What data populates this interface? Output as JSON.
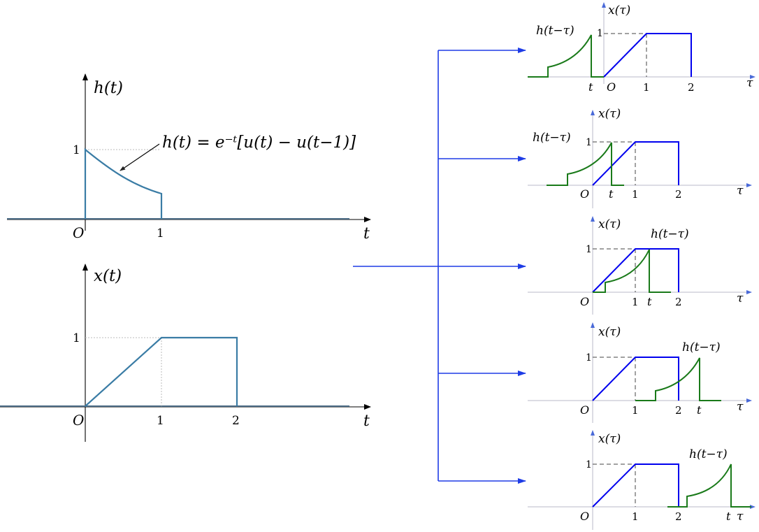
{
  "left": {
    "h_plot": {
      "ylabel": "h(t)",
      "xlabel": "t",
      "origin": "O",
      "y_tick": "1",
      "x_tick": "1",
      "formula": "h(t) = e⁻ᵗ[u(t) − u(t−1)]"
    },
    "x_plot": {
      "ylabel": "x(t)",
      "xlabel": "t",
      "origin": "O",
      "y_tick": "1",
      "x_ticks": [
        "1",
        "2"
      ]
    }
  },
  "right": {
    "panels": [
      {
        "ylabel": "x(τ)",
        "hlabel": "h(t−τ)",
        "xlabel": "τ",
        "y_tick": "1",
        "labels": [
          "t",
          "O",
          "1",
          "2"
        ]
      },
      {
        "ylabel": "x(τ)",
        "hlabel": "h(t−τ)",
        "xlabel": "τ",
        "y_tick": "1",
        "labels": [
          "O",
          "t",
          "1",
          "2"
        ]
      },
      {
        "ylabel": "x(τ)",
        "hlabel": "h(t−τ)",
        "xlabel": "τ",
        "y_tick": "1",
        "labels": [
          "O",
          "1",
          "t",
          "2"
        ]
      },
      {
        "ylabel": "x(τ)",
        "hlabel": "h(t−τ)",
        "xlabel": "τ",
        "y_tick": "1",
        "labels": [
          "O",
          "1",
          "2",
          "t"
        ]
      },
      {
        "ylabel": "x(τ)",
        "hlabel": "h(t−τ)",
        "xlabel": "τ",
        "y_tick": "1",
        "labels": [
          "O",
          "1",
          "2",
          "t"
        ]
      }
    ]
  },
  "colors": {
    "left_curve": "#3a7ca5",
    "x_tau": "#0000ee",
    "h_tau": "#1a7a1a",
    "connector": "#1e3ce6"
  }
}
